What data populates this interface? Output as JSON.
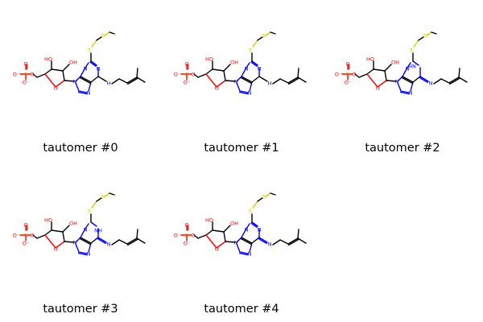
{
  "tautomers": [
    {
      "label": "tautomer #0",
      "variant": "amine"
    },
    {
      "label": "tautomer #1",
      "variant": "amine"
    },
    {
      "label": "tautomer #2",
      "variant": "imine-n1h"
    },
    {
      "label": "tautomer #3",
      "variant": "imine-n3h"
    },
    {
      "label": "tautomer #4",
      "variant": "imine-n9"
    }
  ],
  "atom_labels": {
    "O": "O",
    "O_minus": "O⁻",
    "P": "P",
    "OH": "HO",
    "OH2": "OH",
    "N": "N",
    "NH": "NH",
    "HN": "HN",
    "H_N": "H",
    "S": "S"
  },
  "colors": {
    "carbon": "#000000",
    "oxygen": "#ff0000",
    "nitrogen": "#0000ff",
    "sulfur": "#cccc00",
    "phosphorus": "#ff8000"
  }
}
